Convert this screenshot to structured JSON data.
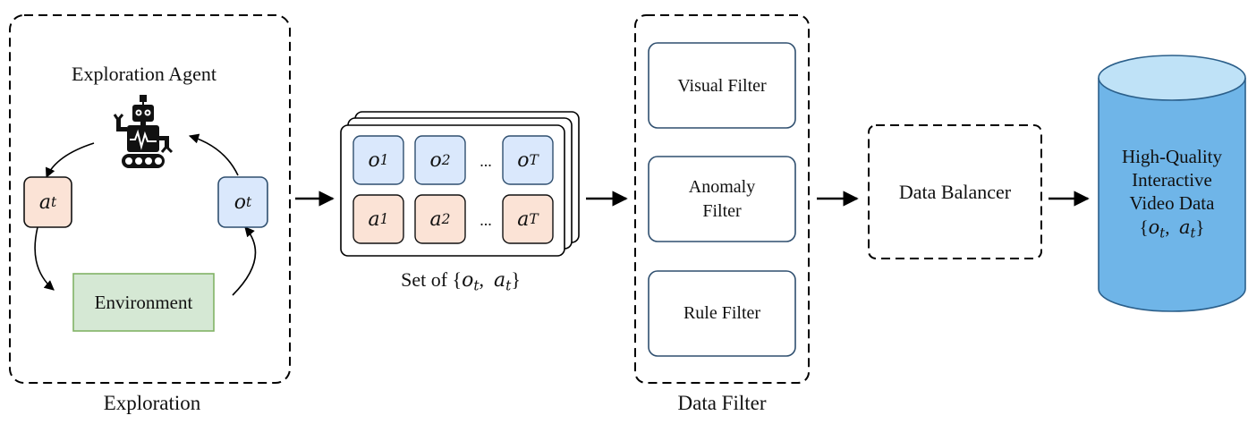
{
  "colors": {
    "observation_fill": "#dae8fc",
    "observation_stroke": "#2f4f6f",
    "action_fill": "#fbe3d6",
    "environment_fill": "#d5e8d4",
    "environment_stroke": "#82b366",
    "cylinder_fill": "#6fb5e8",
    "cylinder_top": "#bfe2f7",
    "cylinder_stroke": "#2b5f8a"
  },
  "exploration": {
    "caption": "Exploration",
    "agent_label": "Exploration Agent",
    "agent_icon": "robot-icon",
    "action_token": {
      "base": "a",
      "sub": "t"
    },
    "observation_token": {
      "base": "o",
      "sub": "t"
    },
    "environment_label": "Environment"
  },
  "dataset": {
    "caption_prefix": "Set of {",
    "caption_obs": {
      "base": "o",
      "sub": "t"
    },
    "caption_sep": ",  ",
    "caption_act": {
      "base": "a",
      "sub": "t"
    },
    "caption_suffix": "}",
    "ellipsis": "...",
    "observations": [
      {
        "base": "o",
        "sub": "1"
      },
      {
        "base": "o",
        "sub": "2"
      },
      {
        "base": "o",
        "sub": "T"
      }
    ],
    "actions": [
      {
        "base": "a",
        "sub": "1"
      },
      {
        "base": "a",
        "sub": "2"
      },
      {
        "base": "a",
        "sub": "T"
      }
    ]
  },
  "data_filter": {
    "caption": "Data Filter",
    "filters": [
      {
        "line1": "Visual Filter",
        "line2": ""
      },
      {
        "line1": "Anomaly",
        "line2": "Filter"
      },
      {
        "line1": "Rule Filter",
        "line2": ""
      }
    ]
  },
  "balancer": {
    "label": "Data Balancer"
  },
  "output": {
    "line1": "High-Quality",
    "line2": "Interactive",
    "line3": "Video Data",
    "obs": {
      "base": "o",
      "sub": "t"
    },
    "act": {
      "base": "a",
      "sub": "t"
    }
  }
}
